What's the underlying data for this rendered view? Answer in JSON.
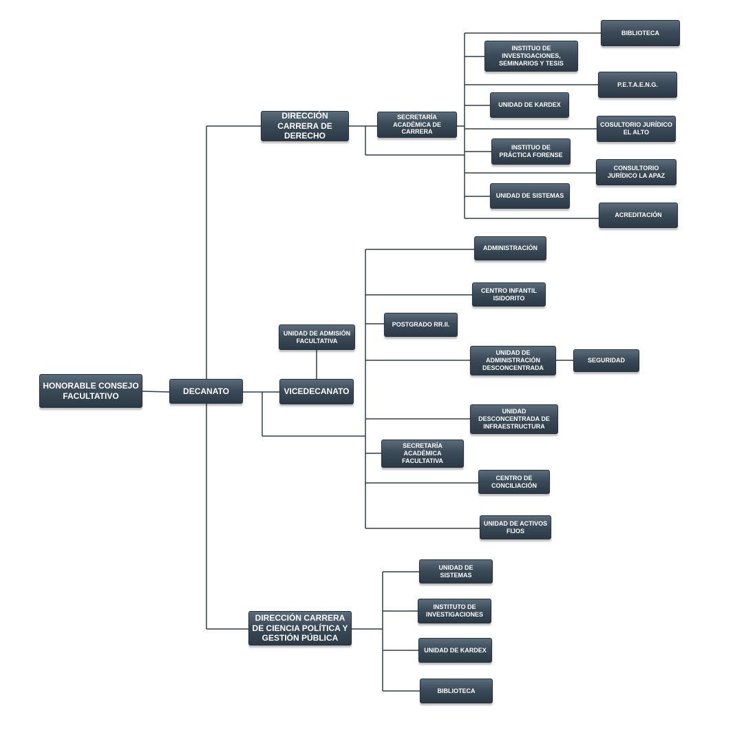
{
  "nodes": {
    "consejo": "HONORABLE CONSEJO FACULTATIVO",
    "decanato": "DECANATO",
    "vicedecanato": "VICEDECANATO",
    "admision": "UNIDAD DE ADMISIÓN FACULTATIVA",
    "dir_derecho": "DIRECCIÓN CARRERA DE DERECHO",
    "sec_acad_carrera": "SECRETARÍA ACADÉMICA DE CARRERA",
    "biblioteca_derecho": "BIBLIOTECA",
    "inst_investigaciones_derecho": "INSTITUO DE INVESTIGACIONES, SEMINARIOS Y TESIS",
    "petaeng": "P.E.T.A.E.N.G.",
    "kardex_derecho": "UNIDAD DE KARDEX",
    "consultorio_alto": "COSULTORIO JURÍDICO EL ALTO",
    "inst_practica": "INSTITUO DE PRÁCTICA FORENSE",
    "consultorio_apaz": "CONSULTORIO JURÍDICO LA APAZ",
    "sistemas_derecho": "UNIDAD DE SISTEMAS",
    "acreditacion": "ACREDITACIÓN",
    "administracion": "ADMINISTRACIÓN",
    "centro_infantil": "CENTRO INFANTIL ISIDORITO",
    "postgrado": "POSTGRADO RR.II.",
    "admin_desconcentrada": "UNIDAD DE ADMINISTRACIÓN DESCONCENTRADA",
    "seguridad": "SEGURIDAD",
    "infraestructura": "UNIDAD DESCONCENTRADA DE INFRAESTRUCTURA",
    "sec_acad_facultativa": "SECRETARÍA ACADÉMICA FACULTATIVA",
    "conciliacion": "CENTRO DE CONCILIACIÓN",
    "activos_fijos": "UNIDAD DE ACTIVOS FIJOS",
    "dir_ciencia_politica": "DIRECCIÓN CARRERA DE CIENCIA POLÍTICA Y GESTIÓN PÚBLICA",
    "sistemas_cp": "UNIDAD DE SISTEMAS",
    "inst_investigaciones_cp": "INSTITUTO DE INVESTIGACIONES",
    "kardex_cp": "UNIDAD DE KARDEX",
    "biblioteca_cp": "BIBLIOTECA"
  },
  "colors": {
    "box_top": "#5a6b7a",
    "box_bottom": "#2c3a47",
    "connector": "#2f3b47",
    "text": "#ffffff"
  }
}
